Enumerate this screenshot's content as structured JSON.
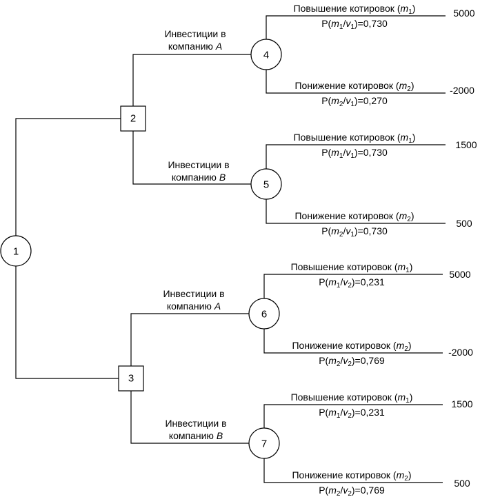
{
  "nodes": {
    "n1": "1",
    "n2": "2",
    "n3": "3",
    "n4": "4",
    "n5": "5",
    "n6": "6",
    "n7": "7"
  },
  "decisions": {
    "n2_upper": {
      "line1": "Инвестиции в",
      "line2_prefix": "компанию ",
      "company": "A"
    },
    "n2_lower": {
      "line1": "Инвестиции в",
      "line2_prefix": "компанию ",
      "company": "B"
    },
    "n3_upper": {
      "line1": "Инвестиции в",
      "line2_prefix": "компанию ",
      "company": "A"
    },
    "n3_lower": {
      "line1": "Инвестиции в",
      "line2_prefix": "компанию ",
      "company": "B"
    }
  },
  "outcomes": {
    "n4_up": {
      "title": "Повышение котировок",
      "m": "m",
      "m_sub": "1",
      "prob_prefix": "P(",
      "v": "v",
      "v_sub": "1",
      "prob_value": "0,730",
      "payoff": "5000"
    },
    "n4_down": {
      "title": "Понижение котировок",
      "m": "m",
      "m_sub": "2",
      "prob_prefix": "P(",
      "v": "v",
      "v_sub": "1",
      "prob_value": "0,270",
      "payoff": "-2000"
    },
    "n5_up": {
      "title": "Повышение котировок",
      "m": "m",
      "m_sub": "1",
      "prob_prefix": "P(",
      "v": "v",
      "v_sub": "1",
      "prob_value": "0,730",
      "payoff": "1500"
    },
    "n5_down": {
      "title": "Понижение котировок",
      "m": "m",
      "m_sub": "2",
      "prob_prefix": "P(",
      "v": "v",
      "v_sub": "1",
      "prob_value": "0,730",
      "payoff": "500"
    },
    "n6_up": {
      "title": "Повышение котировок",
      "m": "m",
      "m_sub": "1",
      "prob_prefix": "P(",
      "v": "v",
      "v_sub": "2",
      "prob_value": "0,231",
      "payoff": "5000"
    },
    "n6_down": {
      "title": "Понижение котировок",
      "m": "m",
      "m_sub": "2",
      "prob_prefix": "P(",
      "v": "v",
      "v_sub": "2",
      "prob_value": "0,769",
      "payoff": "-2000"
    },
    "n7_up": {
      "title": "Повышение котировок",
      "m": "m",
      "m_sub": "1",
      "prob_prefix": "P(",
      "v": "v",
      "v_sub": "2",
      "prob_value": "0,231",
      "payoff": "1500"
    },
    "n7_down": {
      "title": "Понижение котировок",
      "m": "m",
      "m_sub": "2",
      "prob_prefix": "P(",
      "v": "v",
      "v_sub": "2",
      "prob_value": "0,769",
      "payoff": "500"
    }
  }
}
